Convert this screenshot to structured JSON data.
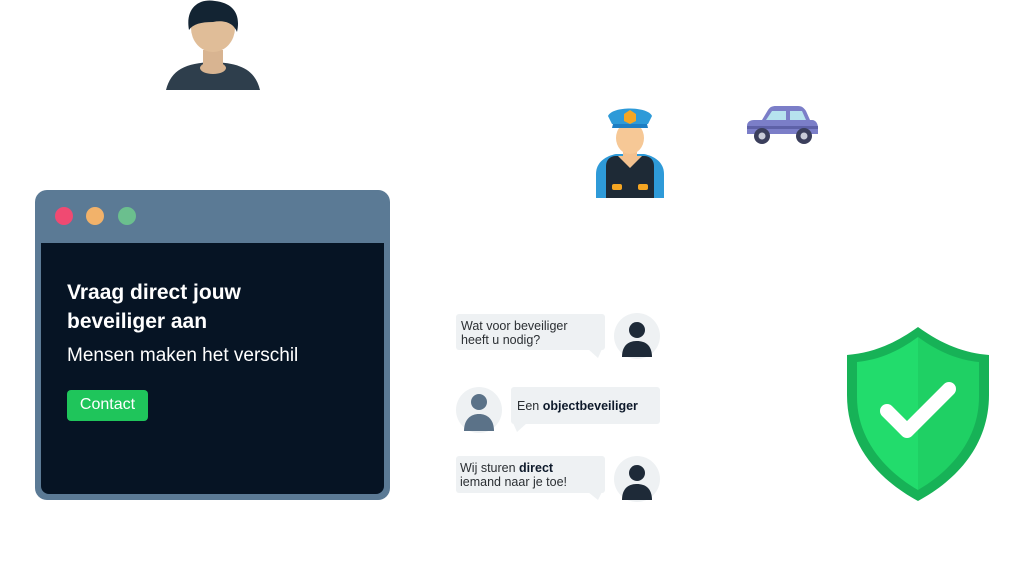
{
  "window": {
    "dot_colors": [
      "#f04a72",
      "#f2b26a",
      "#6bbf8e"
    ],
    "headline_line1": "Vraag direct jouw",
    "headline_line2": "beveiliger aan",
    "subline": "Mensen maken het verschil",
    "contact_label": "Contact"
  },
  "chat": {
    "q1_line1": "Wat voor beveiliger",
    "q1_line2": "heeft u nodig?",
    "a1_prefix": "Een ",
    "a1_bold": "objectbeveiliger",
    "q2_prefix": "Wij sturen ",
    "q2_bold": "direct",
    "q2_line2": "iemand naar je toe!"
  },
  "colors": {
    "accent_green": "#1fc55b",
    "window_frame": "#5b7a95",
    "screen_bg": "#061424",
    "shield_green": "#1fd064"
  },
  "icons": [
    "person-icon",
    "security-guard-icon",
    "car-icon",
    "user-avatar-icon",
    "shield-check-icon"
  ]
}
